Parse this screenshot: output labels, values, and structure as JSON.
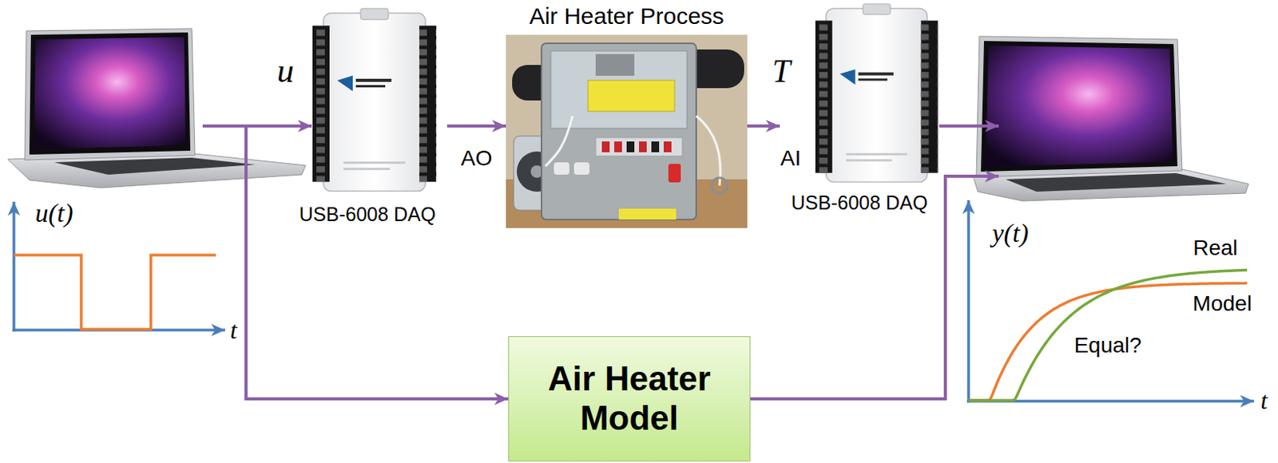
{
  "diagram": {
    "nodes": [
      {
        "text": [
          "USB-6008 DAQ"
        ]
      },
      {
        "text": [
          "Air Heater Process"
        ]
      },
      {
        "text": [
          "USB-6008 DAQ"
        ]
      },
      {
        "text": [
          "Air Heater Model"
        ]
      }
    ],
    "edges": [
      {
        "from": 0,
        "to": 1,
        "label": "AO",
        "arrow": "to"
      },
      {
        "from": 1,
        "to": 2,
        "label": "AI",
        "arrow": "to"
      }
    ],
    "labels": [
      "u",
      "T",
      "u(t)",
      "t",
      "y(t)",
      "t",
      "Real",
      "Model",
      "Equal?"
    ]
  }
}
